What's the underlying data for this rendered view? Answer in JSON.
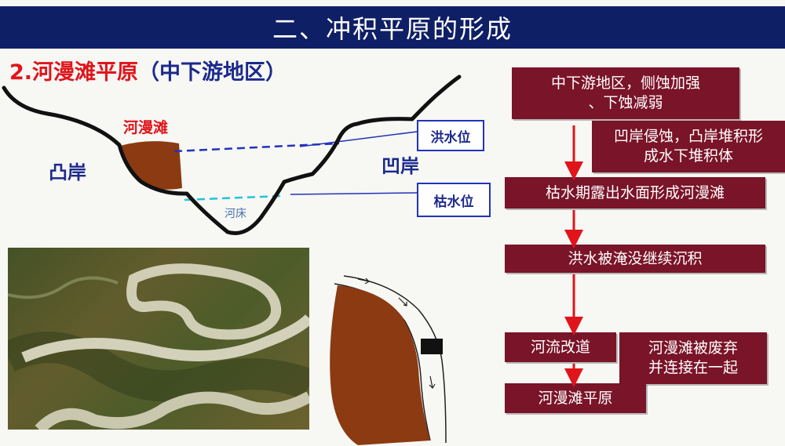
{
  "title": "二、冲积平原的形成",
  "subtitle": {
    "main": "2.河漫滩平原",
    "paren": "（中下游地区）"
  },
  "diagram": {
    "convex_bank": "凸岸",
    "concave_bank": "凹岸",
    "floodplain": "河漫滩",
    "riverbed": "河床",
    "flood_level": "洪水位",
    "low_water_level": "枯水位",
    "colors": {
      "sediment": "#8b3a12",
      "flood_line": "#2233bb",
      "low_line": "#22c4d8"
    }
  },
  "flow": {
    "step1": "中下游地区，侧蚀加强、下蚀减弱",
    "step2": "凹岸侵蚀，凸岸堆积形成水下堆积体",
    "step3": "枯水期露出水面形成河漫滩",
    "step4": "洪水被淹没继续沉积",
    "step5": "河流改道",
    "step6": "河漫滩被废弃并连接在一起",
    "step7": "河漫滩平原",
    "colors": {
      "box": "#7a1428",
      "arrow": "#e0151b"
    }
  },
  "icons": [
    "arrow-down-icon",
    "flow-arrow-icon"
  ]
}
